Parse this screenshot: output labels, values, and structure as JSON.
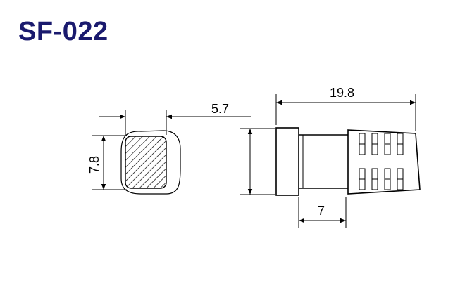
{
  "title": "SF-022",
  "colors": {
    "title": "#1a1a6e",
    "ink": "#000000",
    "background": "#ffffff"
  },
  "dimensions": {
    "width_top": "5.7",
    "height_left": "7.8",
    "overall_length": "19.8",
    "neck_length": "7"
  }
}
